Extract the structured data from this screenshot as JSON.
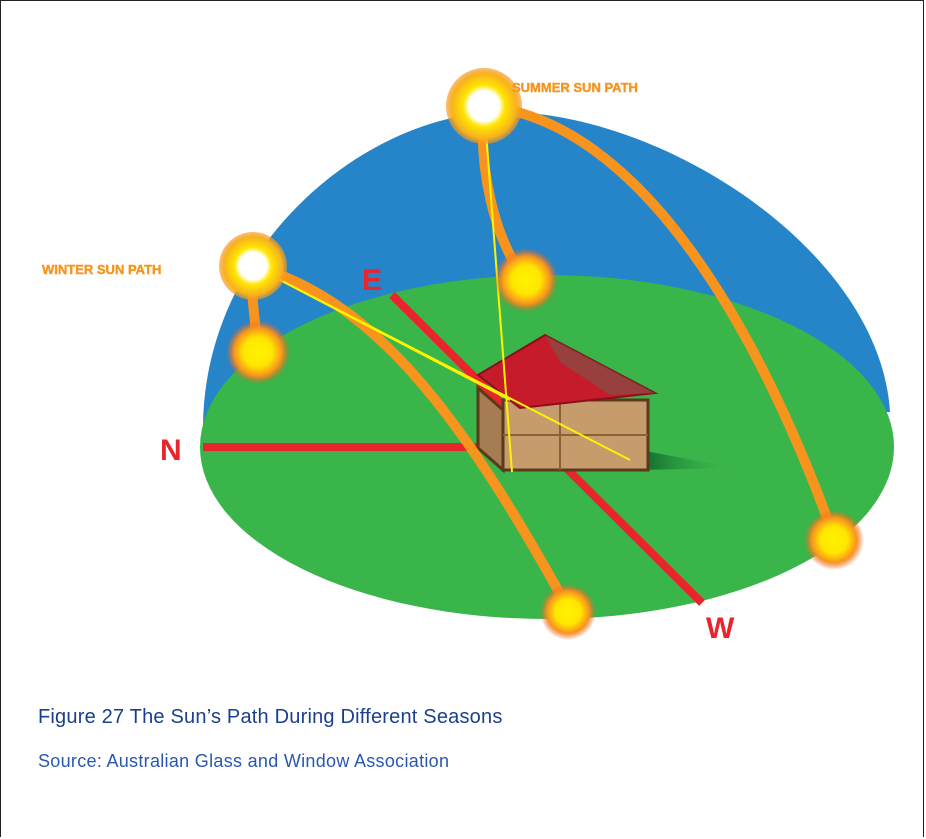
{
  "diagram": {
    "labels": {
      "summer_path": "SUMMER SUN PATH",
      "winter_path": "WINTER SUN PATH"
    },
    "compass": {
      "north": "N",
      "east": "E",
      "west": "W"
    },
    "colors": {
      "sky": "#2585c8",
      "ground": "#3ab54a",
      "axis": "#e8252c",
      "sun_path": "#f7941d",
      "sun_core": "#fff200",
      "roof": "#c61b2b",
      "house_wall": "#c69c6d",
      "ray": "#fff200"
    }
  },
  "caption": {
    "figure": "Figure 27  The Sun’s Path During Different Seasons",
    "source": "Source: Australian Glass and Window Association"
  }
}
